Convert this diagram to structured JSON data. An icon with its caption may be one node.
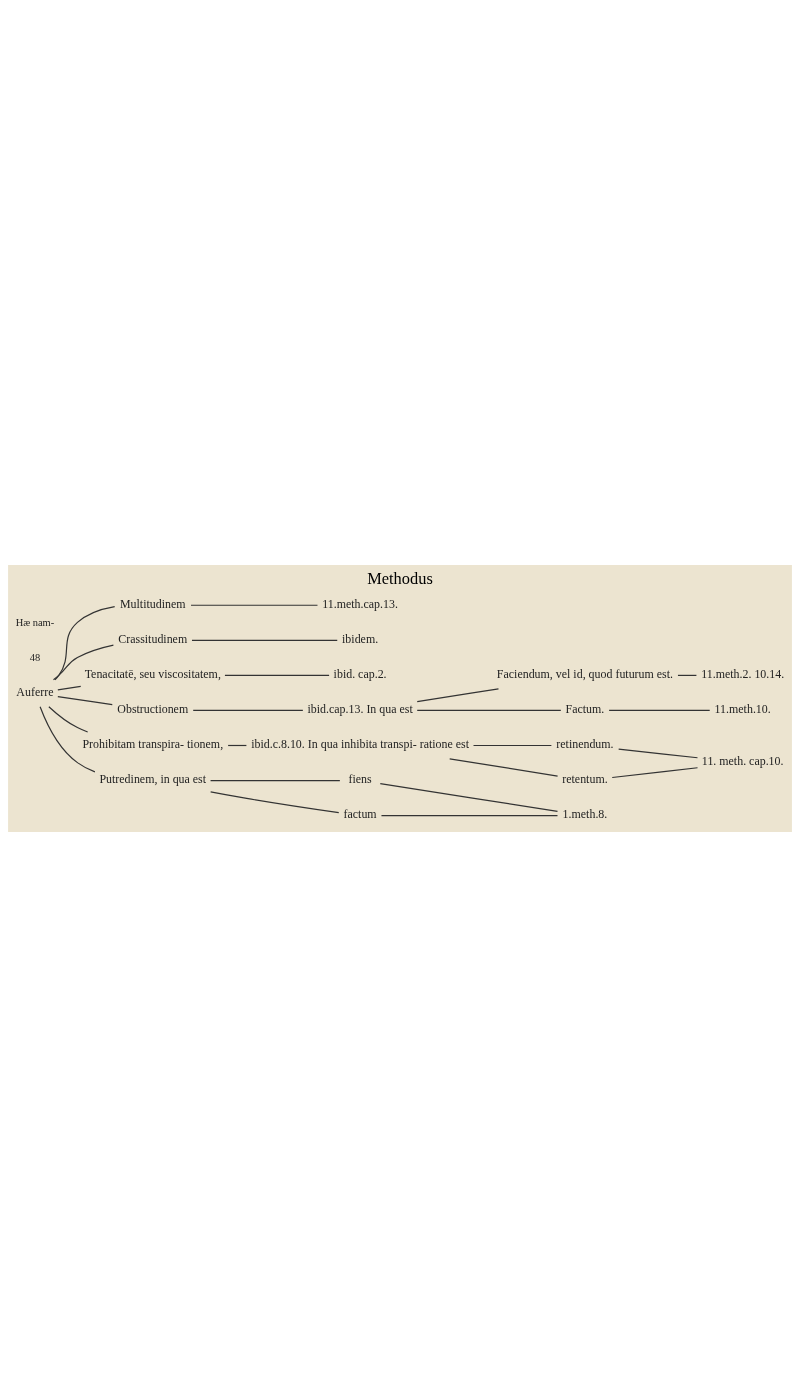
{
  "diagram": {
    "title": "Methodus",
    "nodes": [
      {
        "text": [
          "Auferre"
        ]
      },
      {
        "text": [
          "Multitudinem"
        ]
      },
      {
        "text": [
          "11.meth.cap.13."
        ]
      },
      {
        "text": [
          "Crassitudinem"
        ]
      },
      {
        "text": [
          "ibidem."
        ]
      },
      {
        "text": [
          "Tenacitatē, seu viscositatem,"
        ]
      },
      {
        "text": [
          "ibid. cap.2."
        ]
      },
      {
        "text": [
          "Obstructionem"
        ]
      },
      {
        "text": [
          "ibid.cap.13. In qua est"
        ]
      },
      {
        "text": [
          "Faciendum, vel id, quod futurum est."
        ]
      },
      {
        "text": [
          "11.meth.2. 10.14."
        ]
      },
      {
        "text": [
          "Factum."
        ]
      },
      {
        "text": [
          "11.meth.10."
        ]
      },
      {
        "text": [
          "Prohibitam transpira- tionem,"
        ]
      },
      {
        "text": [
          "ibid.c.8.10. In qua inhibita transpi- ratione est"
        ]
      },
      {
        "text": [
          "retinendum."
        ]
      },
      {
        "text": [
          "retentum."
        ]
      },
      {
        "text": [
          "11. meth. cap.10."
        ]
      },
      {
        "text": [
          "Putredinem, in qua est"
        ]
      },
      {
        "text": [
          "fiens"
        ]
      },
      {
        "text": [
          "factum"
        ]
      },
      {
        "text": [
          "1.meth.8."
        ]
      }
    ],
    "edges": [
      {
        "from": 0,
        "to": 1,
        "arrow": "none"
      },
      {
        "from": 0,
        "to": 3,
        "arrow": "none"
      },
      {
        "from": 0,
        "to": 5,
        "arrow": "none"
      },
      {
        "from": 0,
        "to": 7,
        "arrow": "none"
      },
      {
        "from": 0,
        "to": 13,
        "arrow": "none"
      },
      {
        "from": 0,
        "to": 18,
        "arrow": "none"
      },
      {
        "from": 1,
        "to": 2,
        "arrow": "none"
      },
      {
        "from": 3,
        "to": 4,
        "arrow": "none"
      },
      {
        "from": 5,
        "to": 6,
        "arrow": "none"
      },
      {
        "from": 7,
        "to": 8,
        "arrow": "none"
      },
      {
        "from": 8,
        "to": 9,
        "arrow": "none"
      },
      {
        "from": 8,
        "to": 11,
        "arrow": "none"
      },
      {
        "from": 9,
        "to": 10,
        "arrow": "none"
      },
      {
        "from": 11,
        "to": 12,
        "arrow": "none"
      },
      {
        "from": 13,
        "to": 14,
        "arrow": "none"
      },
      {
        "from": 14,
        "to": 15,
        "arrow": "none"
      },
      {
        "from": 14,
        "to": 16,
        "arrow": "none"
      },
      {
        "from": 15,
        "to": 17,
        "arrow": "none"
      },
      {
        "from": 16,
        "to": 17,
        "arrow": "none"
      },
      {
        "from": 18,
        "to": 19,
        "arrow": "none"
      },
      {
        "from": 18,
        "to": 20,
        "arrow": "none"
      },
      {
        "from": 19,
        "to": 21,
        "arrow": "none"
      },
      {
        "from": 20,
        "to": 21,
        "arrow": "none"
      }
    ],
    "labels": [
      "48",
      "Hæ nam-"
    ]
  }
}
